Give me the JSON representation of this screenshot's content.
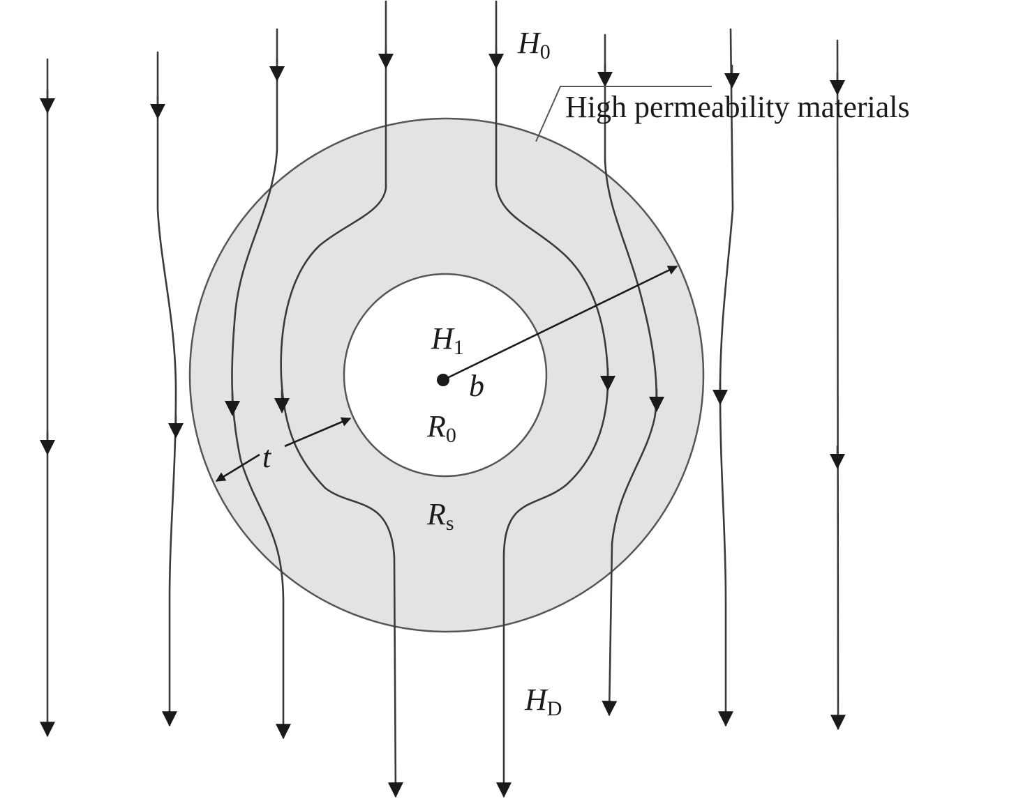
{
  "labels": {
    "h0": {
      "main": "H",
      "sub": "0"
    },
    "h1": {
      "main": "H",
      "sub": "1"
    },
    "hd": {
      "main": "H",
      "sub": "D"
    },
    "r0": {
      "main": "R",
      "sub": "0"
    },
    "rs": {
      "main": "R",
      "sub": "s"
    },
    "b": "b",
    "t": "t",
    "material": "High permeability materials"
  },
  "colors": {
    "shell_fill": "#e3e3e3",
    "stroke": "#555555",
    "field_line": "#3a3a3a",
    "cavity_fill": "#ffffff"
  }
}
